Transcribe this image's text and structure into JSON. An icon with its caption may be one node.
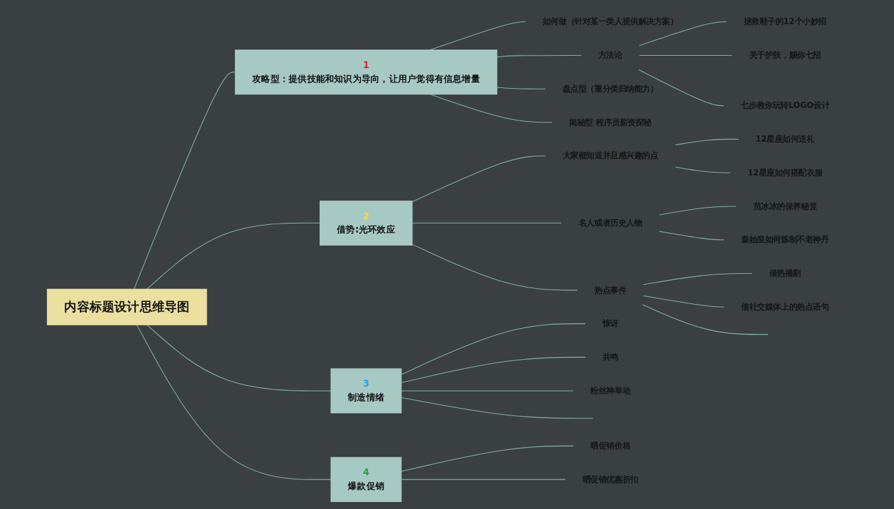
{
  "diagram": {
    "nodes": [
      {
        "text": [
          "内容标题设计思维导图"
        ]
      },
      {
        "text": [
          "1",
          "攻略型：提供技能和知识为导向，让用户觉得有信息增量"
        ]
      },
      {
        "text": [
          "如何做（针对某一类人提供解决方案）"
        ]
      },
      {
        "text": [
          "方法论"
        ]
      },
      {
        "text": [
          "拯救鞋子的12个小妙招"
        ]
      },
      {
        "text": [
          "关于护肤，赐你七招"
        ]
      },
      {
        "text": [
          "七步教你玩转LOGO设计"
        ]
      },
      {
        "text": [
          "盘点型（重分类归纳能力）"
        ]
      },
      {
        "text": [
          "揭秘型 程序员薪资探秘"
        ]
      },
      {
        "text": [
          "2",
          "借势:光环效应"
        ]
      },
      {
        "text": [
          "大家都知道并且感兴趣的点"
        ]
      },
      {
        "text": [
          "12星座如何送礼"
        ]
      },
      {
        "text": [
          "12星座如何搭配衣服"
        ]
      },
      {
        "text": [
          "名人或者历史人物"
        ]
      },
      {
        "text": [
          "范冰冰的保养秘笈"
        ]
      },
      {
        "text": [
          "秦始皇如何炼制不老神丹"
        ]
      },
      {
        "text": [
          "热点事件"
        ]
      },
      {
        "text": [
          "借热播剧"
        ]
      },
      {
        "text": [
          "借社交媒体上的热点语句"
        ]
      },
      {
        "text": [
          "3",
          "制造情绪"
        ]
      },
      {
        "text": [
          "惊讶"
        ]
      },
      {
        "text": [
          "共鸣"
        ]
      },
      {
        "text": [
          "粉丝神举动"
        ]
      },
      {
        "text": [
          "4",
          "爆款促销"
        ]
      },
      {
        "text": [
          "晒促销价格"
        ]
      },
      {
        "text": [
          "晒促销优惠折扣"
        ]
      }
    ],
    "edges": [
      {
        "from": 0,
        "to": 1,
        "arrow": "none"
      },
      {
        "from": 1,
        "to": 2,
        "arrow": "none"
      },
      {
        "from": 1,
        "to": 3,
        "arrow": "none"
      },
      {
        "from": 3,
        "to": 4,
        "arrow": "none"
      },
      {
        "from": 3,
        "to": 5,
        "arrow": "none"
      },
      {
        "from": 3,
        "to": 6,
        "arrow": "none"
      },
      {
        "from": 1,
        "to": 7,
        "arrow": "none"
      },
      {
        "from": 1,
        "to": 8,
        "arrow": "none"
      },
      {
        "from": 0,
        "to": 9,
        "arrow": "none"
      },
      {
        "from": 9,
        "to": 10,
        "arrow": "none"
      },
      {
        "from": 10,
        "to": 11,
        "arrow": "none"
      },
      {
        "from": 10,
        "to": 12,
        "arrow": "none"
      },
      {
        "from": 9,
        "to": 13,
        "arrow": "none"
      },
      {
        "from": 13,
        "to": 14,
        "arrow": "none"
      },
      {
        "from": 13,
        "to": 15,
        "arrow": "none"
      },
      {
        "from": 9,
        "to": 16,
        "arrow": "none"
      },
      {
        "from": 16,
        "to": 17,
        "arrow": "none"
      },
      {
        "from": 16,
        "to": 18,
        "arrow": "none"
      },
      {
        "from": 16,
        "to": null,
        "arrow": "none"
      },
      {
        "from": 0,
        "to": 19,
        "arrow": "none"
      },
      {
        "from": 19,
        "to": 20,
        "arrow": "none"
      },
      {
        "from": 19,
        "to": 21,
        "arrow": "none"
      },
      {
        "from": 19,
        "to": 22,
        "arrow": "none"
      },
      {
        "from": 19,
        "to": null,
        "arrow": "none"
      },
      {
        "from": 0,
        "to": 23,
        "arrow": "none"
      },
      {
        "from": 23,
        "to": 24,
        "arrow": "none"
      },
      {
        "from": 23,
        "to": 25,
        "arrow": "none"
      }
    ]
  }
}
